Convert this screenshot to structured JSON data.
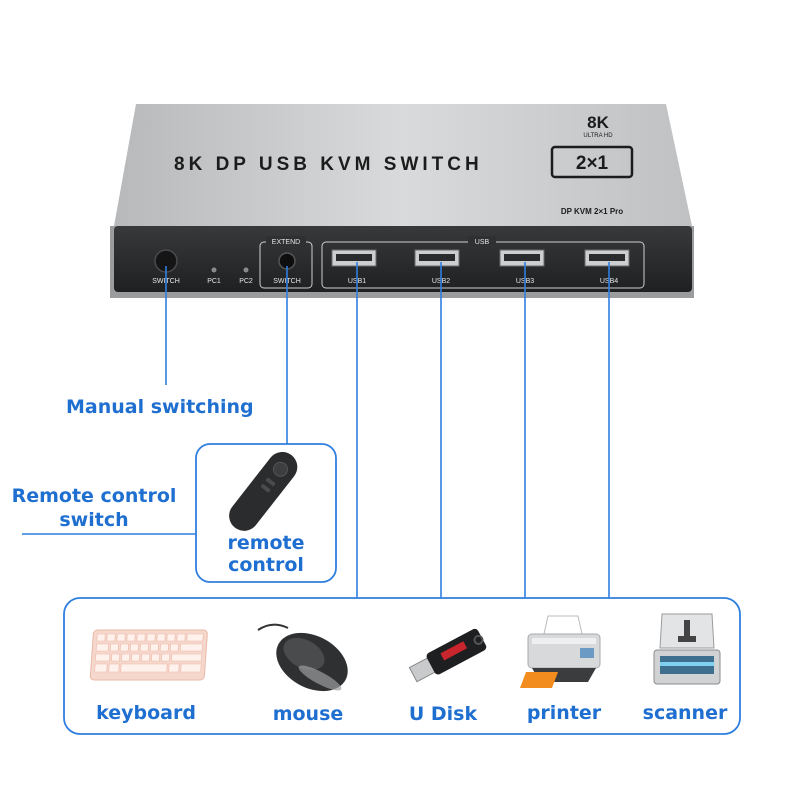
{
  "device": {
    "title": "8K DP USB KVM SWITCH",
    "model_badge": "2×1",
    "resolution_badge": "8K",
    "resolution_sub": "ULTRA HD",
    "model_code": "DP KVM 2×1 Pro",
    "ports": {
      "switch_label": "SWITCH",
      "pc1_label": "PC1",
      "pc2_label": "PC2",
      "extend_label": "EXTEND",
      "extend_switch_label": "SWITCH",
      "usb_group_label": "USB",
      "usb_ports": [
        "USB1",
        "USB2",
        "USB3",
        "USB4"
      ]
    }
  },
  "callouts": {
    "manual": "Manual switching",
    "remote_line1": "Remote control",
    "remote_line2": "switch",
    "remote_box_line1": "remote",
    "remote_box_line2": "control"
  },
  "peripherals": [
    "keyboard",
    "mouse",
    "U Disk",
    "printer",
    "scanner"
  ],
  "colors": {
    "accent": "#1f6fd1",
    "device_top": "#c8cacc",
    "device_front": "#2a2b2d"
  }
}
